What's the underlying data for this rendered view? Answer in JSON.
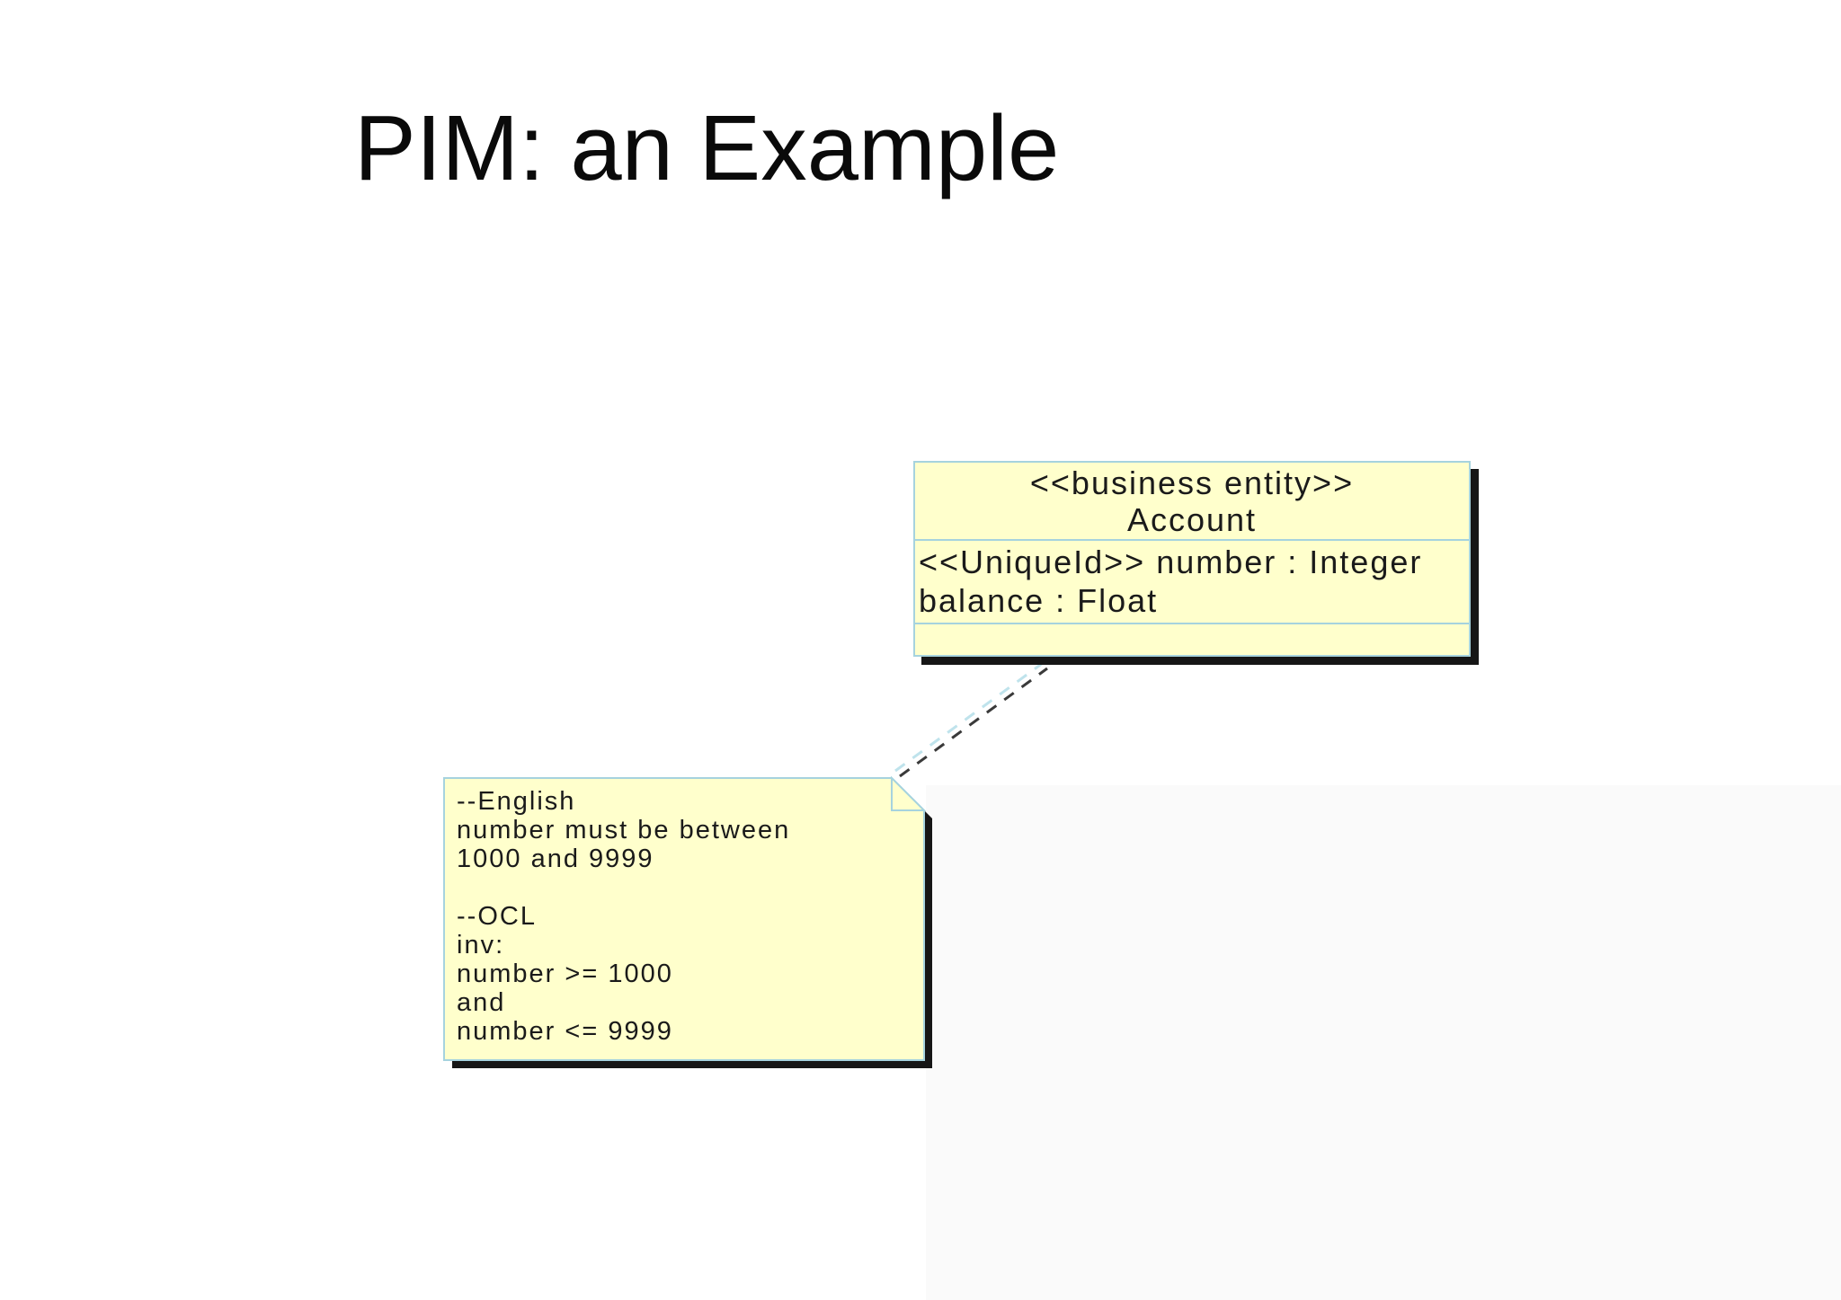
{
  "slide": {
    "title": "PIM: an Example"
  },
  "diagram": {
    "type": "uml-class-diagram",
    "class_box": {
      "stereotype": "<<business entity>>",
      "name": "Account",
      "attributes": [
        "<<UniqueId>> number : Integer",
        "balance : Float"
      ],
      "operations": []
    },
    "note": {
      "lines": [
        "--English",
        "number must be between",
        "1000 and 9999",
        "",
        "--OCL",
        "inv:",
        "number >= 1000",
        "and",
        "number <= 9999"
      ]
    },
    "connector": {
      "style": "dashed-anchor",
      "from": "note",
      "to": "Account"
    },
    "colors": {
      "box_fill": "#FFFFCC",
      "box_border": "#A6D3DE",
      "shadow": "#161616",
      "text": "#1A1A1A",
      "connector_dark": "#3A3A3A",
      "connector_light": "#BFE3EC",
      "background": "#FFFFFF"
    }
  }
}
